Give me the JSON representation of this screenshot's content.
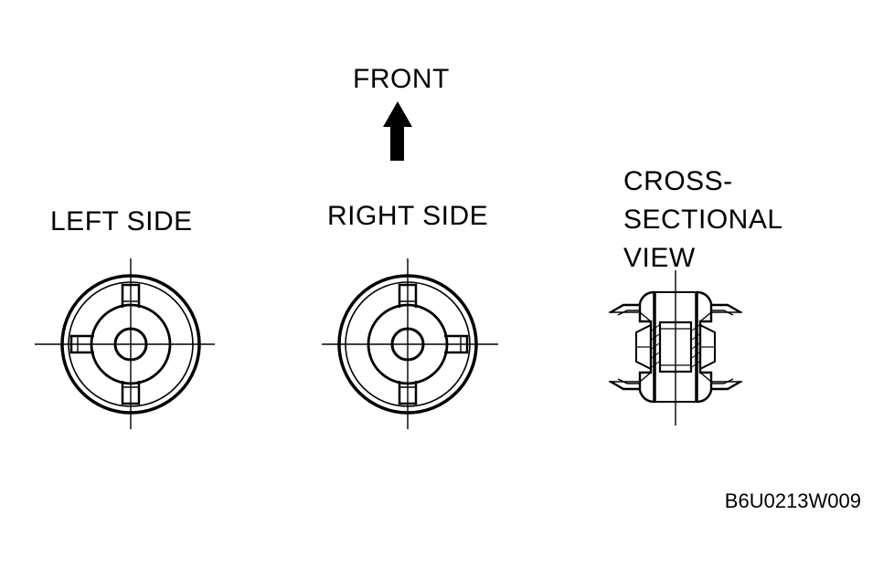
{
  "labels": {
    "front": "FRONT",
    "left_side": "LEFT SIDE",
    "right_side": "RIGHT SIDE",
    "cross_section": [
      "CROSS-",
      "SECTIONAL",
      "VIEW"
    ]
  },
  "figure_code": "B6U0213W009",
  "colors": {
    "ink": "#000000",
    "paper": "#ffffff"
  }
}
